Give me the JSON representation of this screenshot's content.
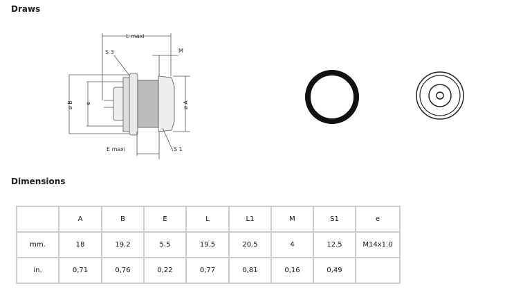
{
  "sections": {
    "draws": "Draws",
    "dimensions": "Dimensions"
  },
  "drawing": {
    "l_maxi": "L maxi",
    "m": "M",
    "s3": "S 3",
    "b": "ø B",
    "e": "e",
    "a": "ø A",
    "e_maxi": "E maxi",
    "s1": "S 1"
  },
  "table": {
    "headers": [
      "",
      "A",
      "B",
      "E",
      "L",
      "L1",
      "M",
      "S1",
      "e"
    ],
    "rows": [
      [
        "mm.",
        "18",
        "19.2",
        "5.5",
        "19.5",
        "20.5",
        "4",
        "12.5",
        "M14x1.0"
      ],
      [
        "in.",
        "0,71",
        "0,76",
        "0,22",
        "0,77",
        "0,81",
        "0,16",
        "0,49",
        ""
      ]
    ]
  }
}
